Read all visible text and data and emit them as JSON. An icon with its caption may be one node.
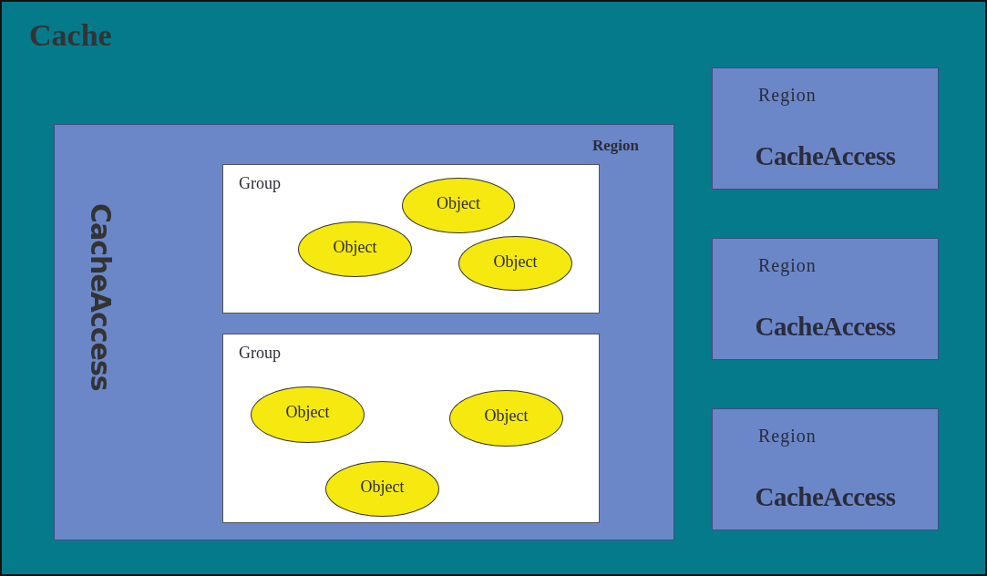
{
  "diagram": {
    "nodes": [
      {
        "text": [
          "Cache"
        ]
      },
      {
        "text": [
          "Region",
          "CacheAccess"
        ],
        "in": 0
      },
      {
        "text": [
          "Group"
        ],
        "in": 1
      },
      {
        "text": [
          "Object"
        ],
        "in": 2
      },
      {
        "text": [
          "Object"
        ],
        "in": 2
      },
      {
        "text": [
          "Object"
        ],
        "in": 2
      },
      {
        "text": [
          "Group"
        ],
        "in": 1
      },
      {
        "text": [
          "Object"
        ],
        "in": 6
      },
      {
        "text": [
          "Object"
        ],
        "in": 6
      },
      {
        "text": [
          "Object"
        ],
        "in": 6
      },
      {
        "text": [
          "Region",
          "CacheAccess"
        ],
        "in": 0
      },
      {
        "text": [
          "Region",
          "CacheAccess"
        ],
        "in": 0
      },
      {
        "text": [
          "Region",
          "CacheAccess"
        ],
        "in": 0
      }
    ],
    "edges": []
  }
}
